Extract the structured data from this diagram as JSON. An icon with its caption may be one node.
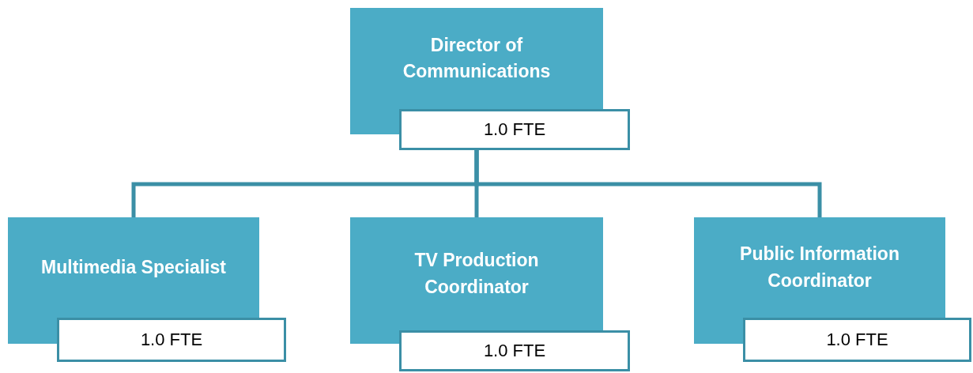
{
  "diagram": {
    "nodes": [
      {
        "text": [
          "Director of Communications"
        ]
      },
      {
        "text": [
          "1.0 FTE"
        ]
      },
      {
        "text": [
          "Multimedia Specialist"
        ]
      },
      {
        "text": [
          "1.0 FTE"
        ]
      },
      {
        "text": [
          "TV Production Coordinator"
        ]
      },
      {
        "text": [
          "1.0 FTE"
        ]
      },
      {
        "text": [
          "Public Information Coordinator"
        ]
      },
      {
        "text": [
          "1.0 FTE"
        ]
      }
    ],
    "edges": [
      {
        "from": 1,
        "to": 2,
        "arrow": "none"
      },
      {
        "from": 1,
        "to": 4,
        "arrow": "none"
      },
      {
        "from": 1,
        "to": 6,
        "arrow": "none"
      }
    ]
  }
}
